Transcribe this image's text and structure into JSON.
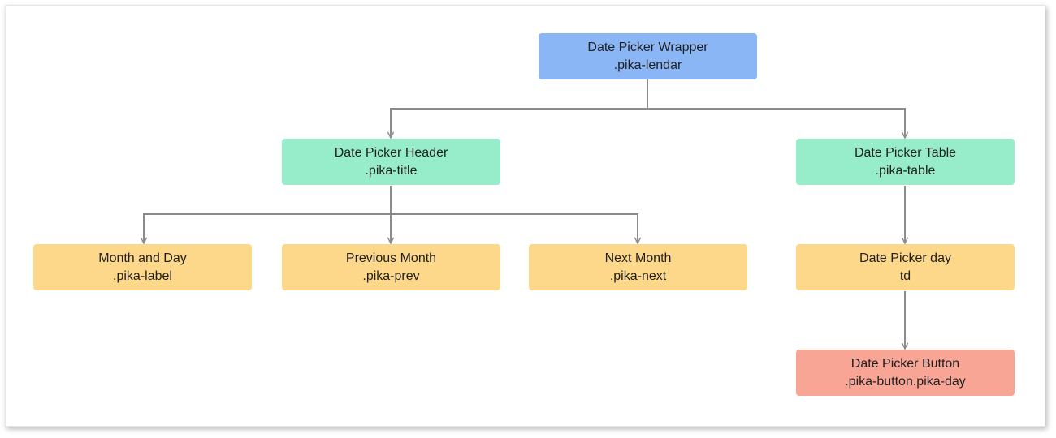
{
  "colors": {
    "wrapper": "#8ab6f5",
    "group": "#97ecc9",
    "item": "#fdd88a",
    "button": "#f8a596",
    "connector": "#8c8c8c"
  },
  "nodes": {
    "wrapper": {
      "label": "Date Picker Wrapper",
      "selector": ".pika-lendar"
    },
    "header": {
      "label": "Date Picker Header",
      "selector": ".pika-title"
    },
    "table": {
      "label": "Date Picker Table",
      "selector": ".pika-table"
    },
    "month_day": {
      "label": "Month and Day",
      "selector": ".pika-label"
    },
    "prev_month": {
      "label": "Previous Month",
      "selector": ".pika-prev"
    },
    "next_month": {
      "label": "Next Month",
      "selector": ".pika-next"
    },
    "day": {
      "label": "Date Picker day",
      "selector": "td"
    },
    "button": {
      "label": "Date Picker Button",
      "selector": ".pika-button.pika-day"
    }
  }
}
